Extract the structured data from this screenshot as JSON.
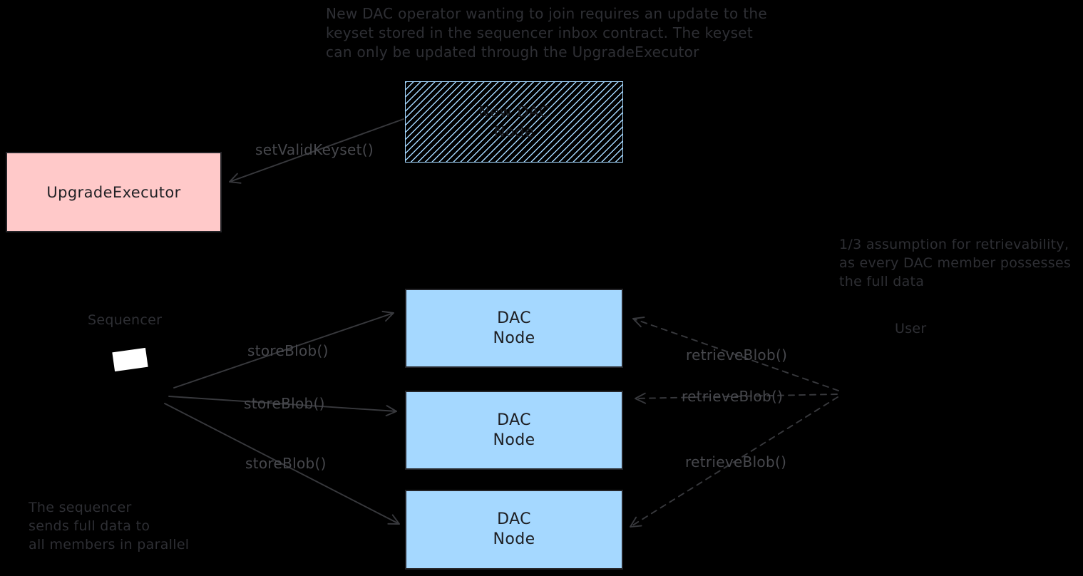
{
  "colors": {
    "background": "#000000",
    "dac_node_fill": "#a5d8ff",
    "upgrade_executor_fill": "#ffc9c9",
    "hachure_stroke": "#a5d8ff",
    "box_border": "#242428",
    "box_text": "#1d1e22",
    "note_text": "#2e2f34",
    "edge_label_text": "#47484d",
    "arrow_stroke": "#38393d",
    "sequencer_screen": "#ffffff"
  },
  "notes": {
    "keyset": {
      "line1": "New DAC operator wanting to join requires an update to the",
      "line2": "keyset stored in the sequencer inbox contract. The keyset",
      "line3": "can only be updated through the UpgradeExecutor"
    },
    "retrievability": {
      "line1": "1/3 assumption for retrievability,",
      "line2": "as every DAC member possesses",
      "line3": "the full data"
    },
    "parallel": {
      "line1": "The sequencer",
      "line2": "sends full data to",
      "line3": "all members in parallel"
    }
  },
  "shapes": {
    "new_dac_node": {
      "line1": "New DAC",
      "line2": "Node"
    },
    "upgrade_executor": {
      "label": "UpgradeExecutor"
    },
    "dac_node_1": {
      "line1": "DAC",
      "line2": "Node"
    },
    "dac_node_2": {
      "line1": "DAC",
      "line2": "Node"
    },
    "dac_node_3": {
      "line1": "DAC",
      "line2": "Node"
    }
  },
  "actors": {
    "sequencer_label": "Sequencer",
    "user_label": "User"
  },
  "edges": {
    "set_valid_keyset_label": "setValidKeyset()",
    "store_blob_1_label": "storeBlob()",
    "store_blob_2_label": "storeBlob()",
    "store_blob_3_label": "storeBlob()",
    "retrieve_blob_1_label": "retrieveBlob()",
    "retrieve_blob_2_label": "retrieveBlob()",
    "retrieve_blob_3_label": "retrieveBlob()"
  }
}
